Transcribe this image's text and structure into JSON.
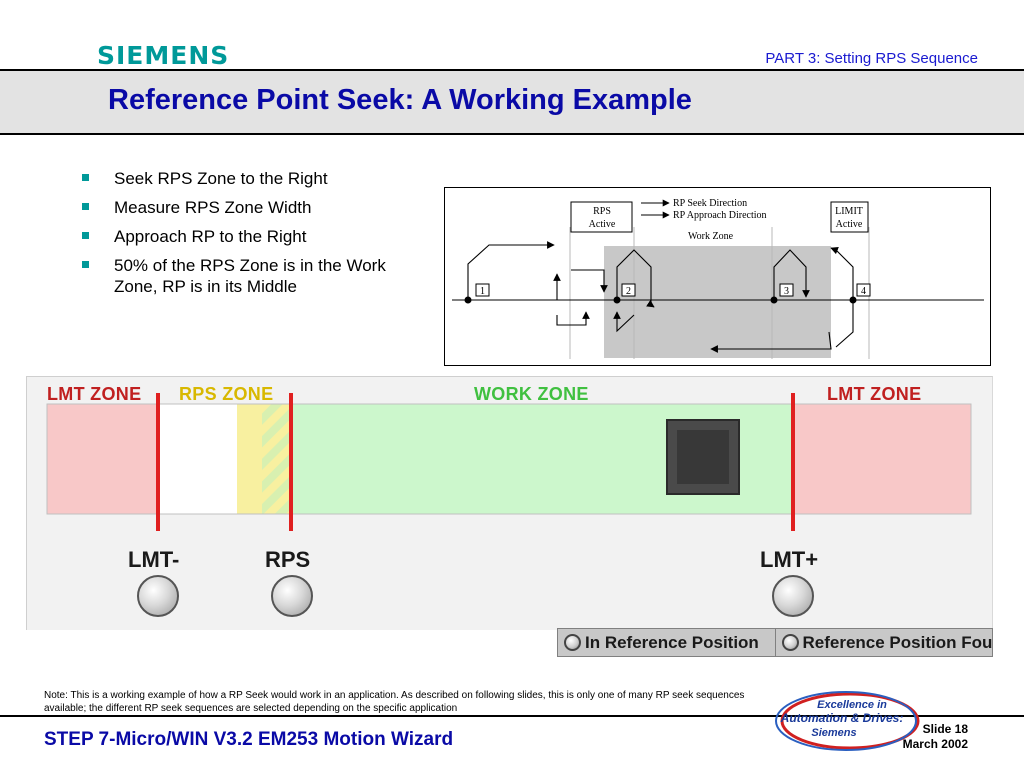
{
  "header": {
    "logo": "SIEMENS",
    "part": "PART 3:  Setting RPS Sequence",
    "title": "Reference Point Seek: A Working Example"
  },
  "bullets": [
    "Seek RPS Zone to the Right",
    "Measure RPS Zone Width",
    "Approach RP to the Right",
    "50% of the RPS Zone is in the Work Zone, RP is in its Middle"
  ],
  "diagram": {
    "rps_active": [
      "RPS",
      "Active"
    ],
    "limit_active": [
      "LIMIT",
      "Active"
    ],
    "legend_seek": "RP Seek Direction",
    "legend_approach": "RP Approach Direction",
    "work_zone": "Work Zone",
    "markers": [
      "1",
      "2",
      "3",
      "4"
    ]
  },
  "panel": {
    "zones": {
      "lmt_left": "LMT ZONE",
      "rps": "RPS ZONE",
      "work": "WORK ZONE",
      "lmt_right": "LMT ZONE"
    },
    "switches": {
      "lmt_minus": "LMT-",
      "rps": "RPS",
      "lmt_plus": "LMT+"
    },
    "colors": {
      "limit_zone": "#f8c8c8",
      "rps_zone": "#f8f0a0",
      "work_zone": "#ccf7cc",
      "limit_line": "#e02020"
    }
  },
  "status": {
    "in_reference": "In Reference Position",
    "found": "Reference Position Found"
  },
  "note": "Note:  This is a working example of how a RP Seek would work in an application.  As described on following slides, this is only one of many RP seek sequences available; the different RP seek sequences are selected depending on the specific application",
  "footer": {
    "title": "STEP 7-Micro/WIN V3.2 EM253 Motion Wizard",
    "badge": [
      "Excellence in",
      "Automation & Drives:",
      "Siemens"
    ],
    "slide": "Slide 18",
    "date": "March 2002"
  }
}
